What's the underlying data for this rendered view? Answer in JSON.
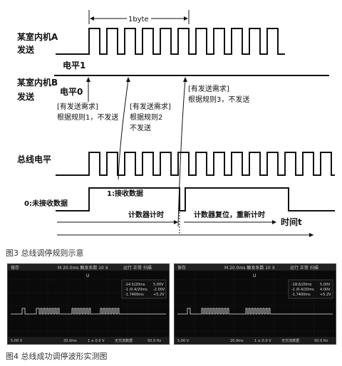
{
  "fig3": {
    "byte_label": "1byte",
    "row_a_label_line1": "某室内机A",
    "row_a_label_line2": "发送",
    "level1_label": "电平1",
    "row_b_label_line1": "某室内机B",
    "row_b_label_line2": "发送",
    "level0_label": "电平0",
    "note1_line1": "[有发送需求]",
    "note1_line2": "根据规则1，不发送",
    "note2_line1": "[有发送需求]",
    "note2_line2": "根据规则2",
    "note2_line3": "不发送",
    "note3_line1": "[有发送需求]",
    "note3_line2": "根据规则3，不发送",
    "bus_label": "总线电平",
    "not_receiving_label": "0:未接收数据",
    "receiving_label": "1:接收数据",
    "counter_timing_label": "计数器计时",
    "counter_reset_label": "计数器复位，重新计时",
    "time_label": "时间t",
    "caption": "图3   总线调停规则示意"
  },
  "fig4": {
    "caption": "图4   总线成功调停波形实测图",
    "scope_left": {
      "header_left": "保存",
      "header_mid": "M 20.0ms  触发系数 10 X",
      "header_right": "运行 正常 扫描",
      "marker": "U",
      "readout": [
        "-14.5/20ms",
        "-1 /0.4/20ms",
        "-1.7400ms"
      ],
      "readout_right": [
        "5.00V",
        "-2.00V",
        "+5.2V"
      ],
      "footer": [
        "5.00 V",
        "20.0ms",
        "1 ≥ 0.0 V",
        "无交流数据",
        "50.0 Hz"
      ]
    },
    "scope_right": {
      "header_left": "保存",
      "header_mid": "M 20.0ms  触发系数 10 X",
      "header_right": "运行 正常 扫描",
      "marker": "U",
      "readout": [
        "-18.6/20ms",
        "-1 /0.4/20ms",
        "-1.7400ms"
      ],
      "readout_right": [
        "5.00V",
        "4.00V",
        "+5.2V"
      ],
      "footer": [
        "5.00 V",
        "20.0ms",
        "1 ≥ 0.0 V",
        "无交流数据",
        "50.0 Hz"
      ]
    }
  }
}
